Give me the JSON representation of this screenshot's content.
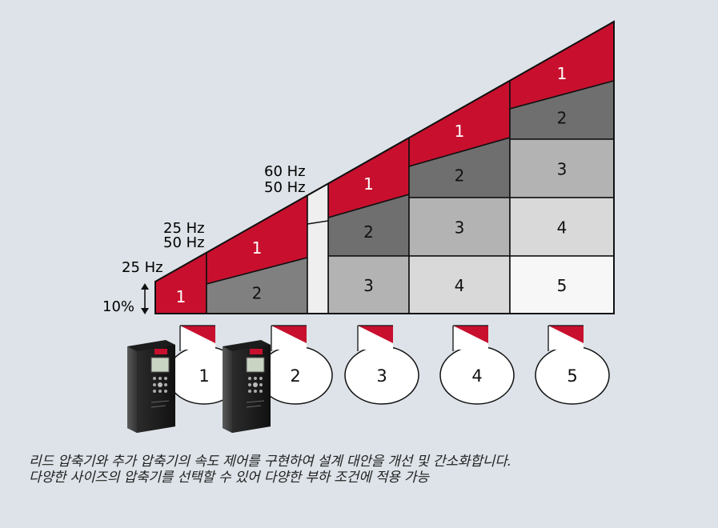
{
  "colors": {
    "background": "#dde3e8",
    "red": "#c8102e",
    "shade_dark": "#6f6f6f",
    "shade_mid": "#808080",
    "shade_light": "#b3b3b3",
    "shade_lighter": "#d9d9d9",
    "shade_white": "#f7f7f7",
    "outline": "#111111"
  },
  "frequency_labels": {
    "first": "25 Hz",
    "second_top": "25 Hz",
    "second_bottom": "50 Hz",
    "third_top": "60 Hz",
    "third_bottom": "50 Hz"
  },
  "base_label": "10%",
  "stages": [
    {
      "cells": [
        "1"
      ]
    },
    {
      "cells": [
        "1",
        "2"
      ]
    },
    {
      "cells": [
        "1",
        "2",
        "3"
      ]
    },
    {
      "cells": [
        "1",
        "2",
        "3",
        "4"
      ]
    },
    {
      "cells": [
        "1",
        "2",
        "3",
        "4",
        "5"
      ]
    }
  ],
  "compressor_tags": [
    "1",
    "2",
    "3",
    "4",
    "5"
  ],
  "drive_icon": "frequency-drive-icon",
  "caption": {
    "line1": "리드 압축기와 추가 압축기의 속도 제어를 구현하여 설계 대안을 개선 및 간소화합니다.",
    "line2": "다양한 사이즈의 압축기를 선택할 수 있어 다양한 부하 조건에 적용 가능"
  }
}
